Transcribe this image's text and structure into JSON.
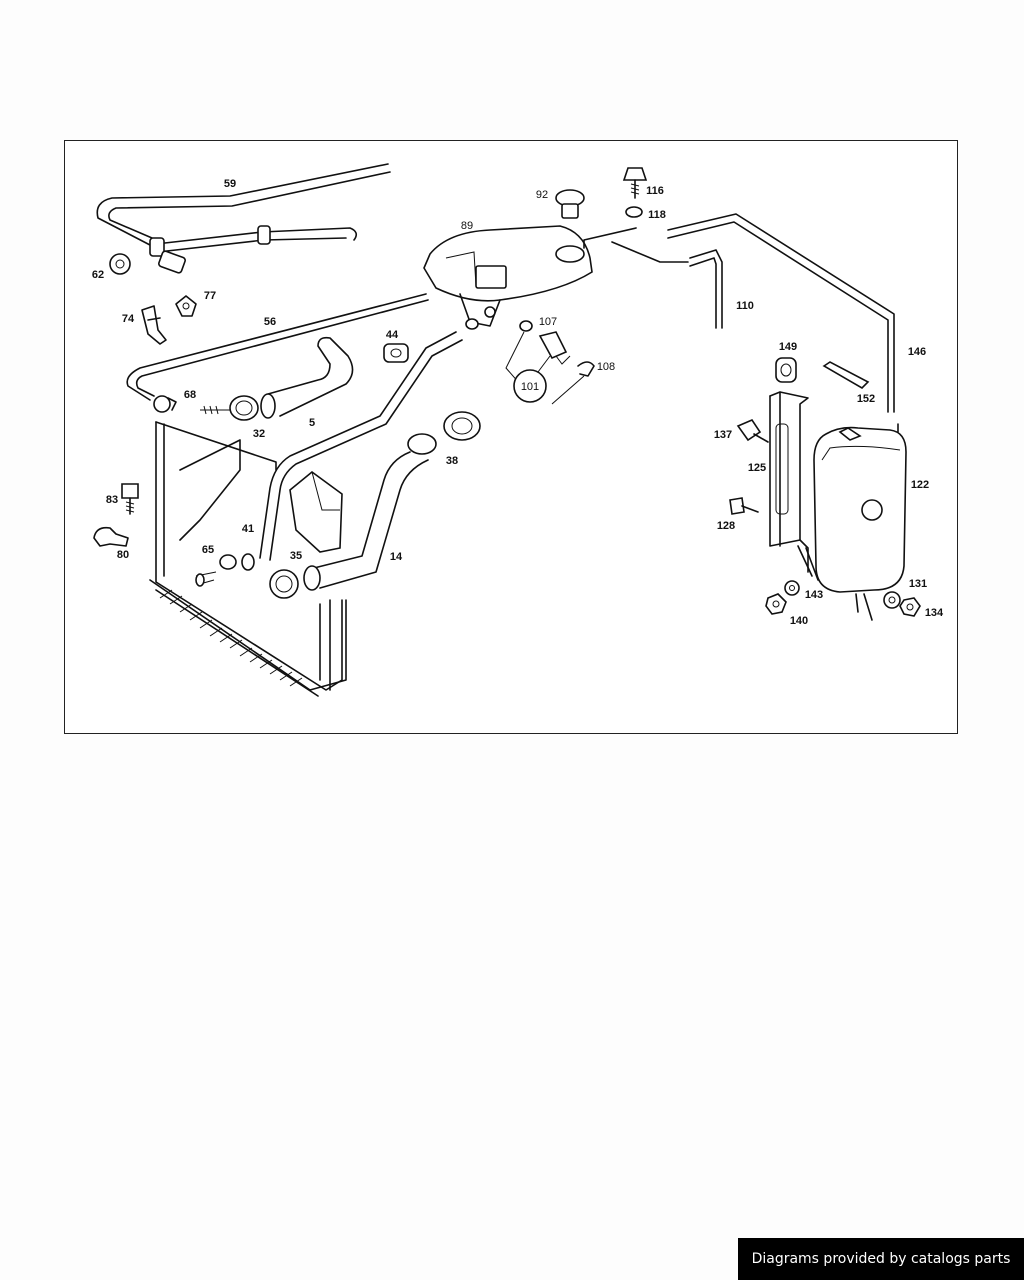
{
  "callouts": [
    "59",
    "62",
    "74",
    "77",
    "56",
    "68",
    "32",
    "5",
    "44",
    "41",
    "65",
    "35",
    "14",
    "38",
    "83",
    "80",
    "89",
    "92",
    "116",
    "118",
    "107",
    "108",
    "101",
    "110",
    "146",
    "149",
    "152",
    "137",
    "125",
    "128",
    "122",
    "131",
    "143",
    "140",
    "134"
  ],
  "footer": {
    "credit": "Diagrams provided by catalogs parts"
  }
}
